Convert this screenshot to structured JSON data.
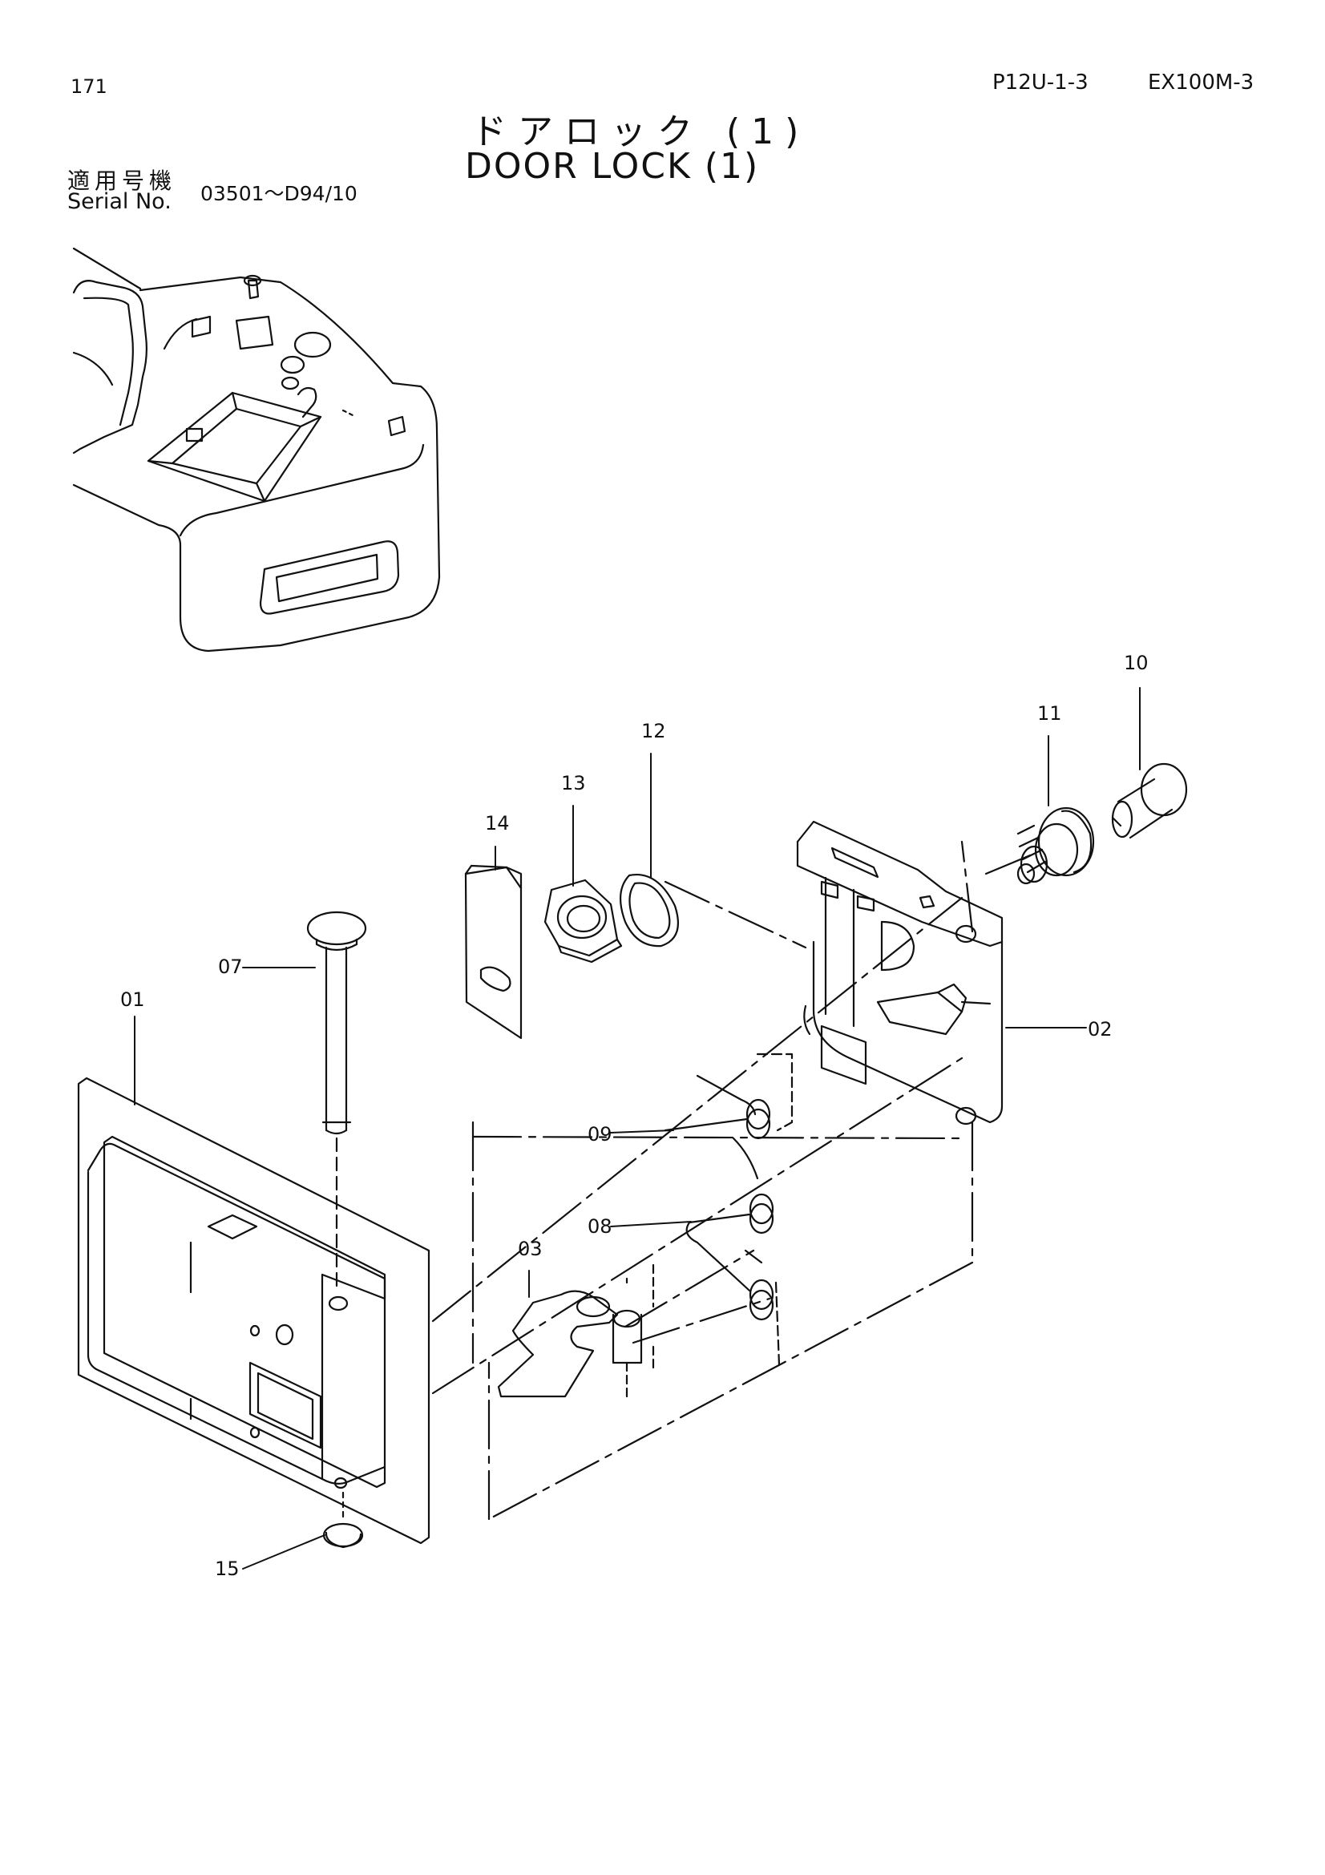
{
  "header": {
    "page_number": "171",
    "code": "P12U-1-3",
    "model": "EX100M-3"
  },
  "title": {
    "japanese": "ドアロック (1)",
    "english": "DOOR LOCK (1)"
  },
  "serial": {
    "label_jp": "適用号機",
    "label_en": "Serial No.",
    "range": "03501～D94/10"
  },
  "parts": [
    {
      "id": "part-01",
      "label": "01"
    },
    {
      "id": "part-02",
      "label": "02"
    },
    {
      "id": "part-03",
      "label": "03"
    },
    {
      "id": "part-07",
      "label": "07"
    },
    {
      "id": "part-08",
      "label": "08"
    },
    {
      "id": "part-09",
      "label": "09"
    },
    {
      "id": "part-10",
      "label": "10"
    },
    {
      "id": "part-11",
      "label": "11"
    },
    {
      "id": "part-12",
      "label": "12"
    },
    {
      "id": "part-13",
      "label": "13"
    },
    {
      "id": "part-14",
      "label": "14"
    },
    {
      "id": "part-15",
      "label": "15"
    }
  ]
}
